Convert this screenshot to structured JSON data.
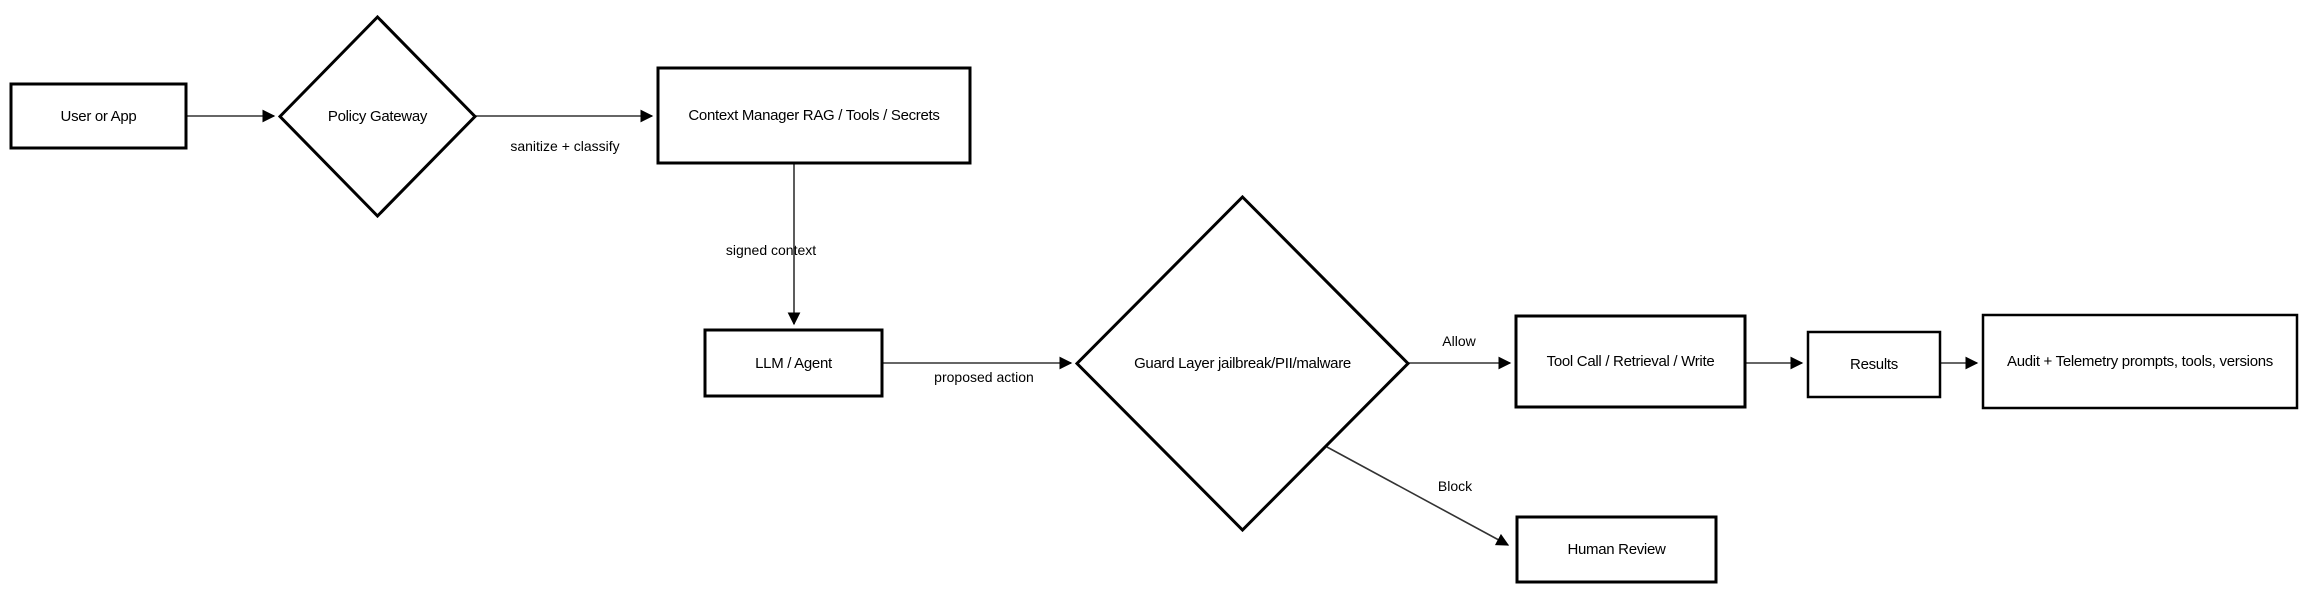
{
  "diagram": {
    "type": "flowchart",
    "direction": "left-to-right",
    "colors": {
      "background": "#ffffff",
      "shape_stroke": "#000000",
      "shape_fill": "#ffffff",
      "connector": "#333333",
      "text": "#000000"
    },
    "nodes": [
      {
        "id": "user-or-app",
        "shape": "rect",
        "label": "User or App"
      },
      {
        "id": "policy-gateway",
        "shape": "diamond",
        "label": "Policy Gateway"
      },
      {
        "id": "context-manager",
        "shape": "rect",
        "label": "Context Manager RAG / Tools / Secrets"
      },
      {
        "id": "llm-agent",
        "shape": "rect",
        "label": "LLM / Agent"
      },
      {
        "id": "guard-layer",
        "shape": "diamond",
        "label": "Guard Layer jailbreak/PII/malware"
      },
      {
        "id": "tool-call",
        "shape": "rect",
        "label": "Tool Call / Retrieval / Write"
      },
      {
        "id": "results",
        "shape": "rect",
        "label": "Results"
      },
      {
        "id": "audit-telemetry",
        "shape": "rect",
        "label": "Audit + Telemetry prompts, tools, versions"
      },
      {
        "id": "human-review",
        "shape": "rect",
        "label": "Human Review"
      }
    ],
    "edges": [
      {
        "from": "user-or-app",
        "to": "policy-gateway",
        "label": ""
      },
      {
        "from": "policy-gateway",
        "to": "context-manager",
        "label": "sanitize + classify"
      },
      {
        "from": "context-manager",
        "to": "llm-agent",
        "label": "signed context"
      },
      {
        "from": "llm-agent",
        "to": "guard-layer",
        "label": "proposed action"
      },
      {
        "from": "guard-layer",
        "to": "tool-call",
        "label": "Allow"
      },
      {
        "from": "tool-call",
        "to": "results",
        "label": ""
      },
      {
        "from": "results",
        "to": "audit-telemetry",
        "label": ""
      },
      {
        "from": "guard-layer",
        "to": "human-review",
        "label": "Block"
      }
    ]
  }
}
